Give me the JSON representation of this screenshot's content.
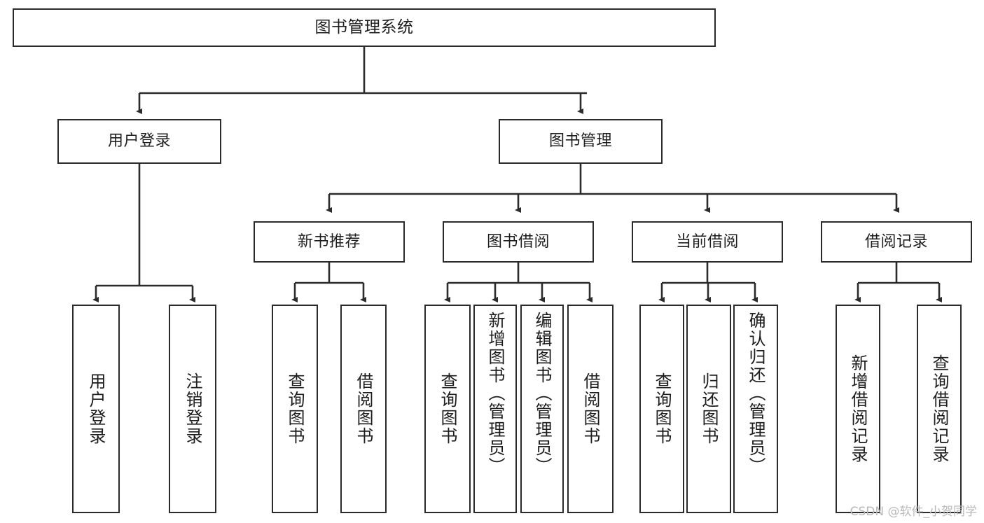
{
  "diagram": {
    "title": "图书管理系统",
    "type": "tree-hierarchy",
    "watermark": "CSDN @软件_小贺同学",
    "colors": {
      "background": "#ffffff",
      "border": "#2b2b2b",
      "text": "#1d1d1d",
      "watermark": "#b9b9b9"
    },
    "root": {
      "label": "图书管理系统"
    },
    "level2": [
      {
        "label": "用户登录"
      },
      {
        "label": "图书管理"
      }
    ],
    "level3": [
      {
        "label": "新书推荐"
      },
      {
        "label": "图书借阅"
      },
      {
        "label": "当前借阅"
      },
      {
        "label": "借阅记录"
      }
    ],
    "leaves": {
      "user_login": [
        {
          "label": "用户登录"
        },
        {
          "label": "注销登录"
        }
      ],
      "new_book_recommend": [
        {
          "label": "查询图书"
        },
        {
          "label": "借阅图书"
        }
      ],
      "book_borrow": [
        {
          "label": "查询图书"
        },
        {
          "label": "新增图书（管理员）"
        },
        {
          "label": "编辑图书（管理员）"
        },
        {
          "label": "借阅图书"
        }
      ],
      "current_borrow": [
        {
          "label": "查询图书"
        },
        {
          "label": "归还图书"
        },
        {
          "label": "确认归还（管理员）"
        }
      ],
      "borrow_record": [
        {
          "label": "新增借阅记录"
        },
        {
          "label": "查询借阅记录"
        }
      ]
    }
  }
}
